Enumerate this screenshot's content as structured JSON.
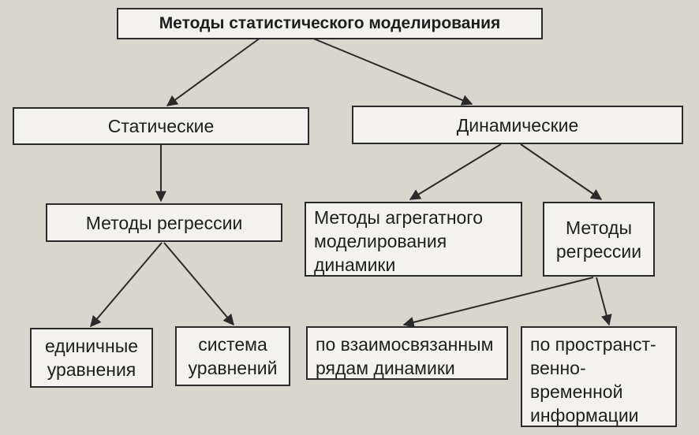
{
  "diagram": {
    "root": "Методы статистического моделирования",
    "static": "Статические",
    "dynamic": "Динамические",
    "regression_static": "Методы регрессии",
    "aggregate": [
      "Методы агрегатного",
      "моделирования",
      "динамики"
    ],
    "regression_dynamic": [
      "Методы",
      "регрессии"
    ],
    "single": [
      "единичные",
      "уравнения"
    ],
    "system": [
      "система",
      "уравнений"
    ],
    "related": [
      "по взаимосвязанным",
      "рядам динамики"
    ],
    "spatial": [
      "по пространст-",
      "венно-",
      "временной",
      "информации"
    ]
  },
  "colors": {
    "background": "#d9d6d0",
    "box": "#f3f2ee",
    "line": "#2a2a2a"
  }
}
